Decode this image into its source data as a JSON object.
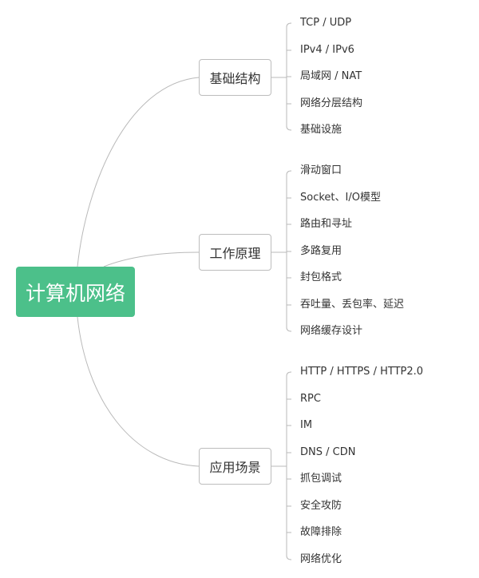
{
  "root": {
    "label": "计算机网络"
  },
  "branches": [
    {
      "label": "基础结构",
      "items": [
        "TCP / UDP",
        "IPv4 / IPv6",
        "局域网 / NAT",
        "网络分层结构",
        "基础设施"
      ]
    },
    {
      "label": "工作原理",
      "items": [
        "滑动窗口",
        "Socket、I/O模型",
        "路由和寻址",
        "多路复用",
        "封包格式",
        "吞吐量、丢包率、延迟",
        "网络缓存设计"
      ]
    },
    {
      "label": "应用场景",
      "items": [
        "HTTP / HTTPS / HTTP2.0",
        "RPC",
        "IM",
        "DNS / CDN",
        "抓包调试",
        "安全攻防",
        "故障排除",
        "网络优化"
      ]
    }
  ],
  "colors": {
    "root_fill": "#4cc08a",
    "connector": "#b9b9b9",
    "text": "#333333"
  }
}
